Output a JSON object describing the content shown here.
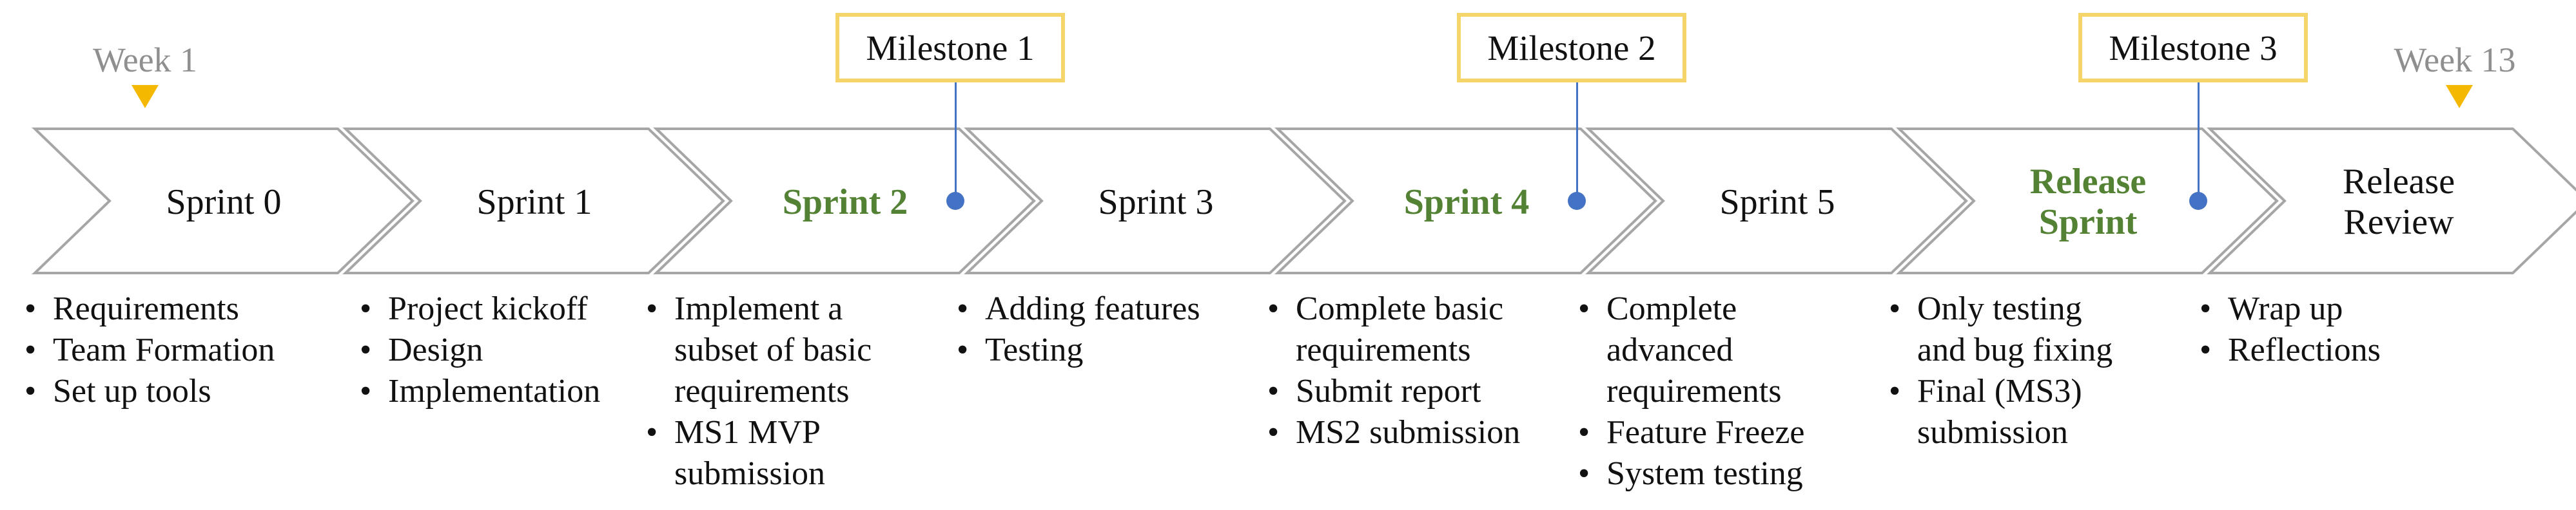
{
  "weeks": {
    "start": "Week 1",
    "end": "Week 13",
    "marker_color": "#f5b800"
  },
  "milestones": [
    {
      "label": "Milestone 1",
      "after_sprint": 2
    },
    {
      "label": "Milestone 2",
      "after_sprint": 4
    },
    {
      "label": "Milestone 3",
      "after_sprint": 6
    }
  ],
  "colors": {
    "chevron_border": "#a6a6a6",
    "milestone_border": "#f5d46a",
    "milestone_sprint_text": "#548235",
    "connector": "#4472c4"
  },
  "sprints": [
    {
      "name": "Sprint 0",
      "milestone_sprint": false,
      "tasks": [
        "Requirements",
        "Team Formation",
        "Set up tools"
      ]
    },
    {
      "name": "Sprint 1",
      "milestone_sprint": false,
      "tasks": [
        "Project kickoff",
        "Design",
        "Implementation"
      ]
    },
    {
      "name": "Sprint 2",
      "milestone_sprint": true,
      "tasks": [
        "Implement a\nsubset of basic\nrequirements",
        "MS1 MVP\nsubmission"
      ]
    },
    {
      "name": "Sprint 3",
      "milestone_sprint": false,
      "tasks": [
        "Adding features",
        "Testing"
      ]
    },
    {
      "name": "Sprint 4",
      "milestone_sprint": true,
      "tasks": [
        "Complete basic\nrequirements",
        "Submit report",
        "MS2 submission"
      ]
    },
    {
      "name": "Sprint 5",
      "milestone_sprint": false,
      "tasks": [
        "Complete\nadvanced\nrequirements",
        "Feature Freeze",
        "System testing"
      ]
    },
    {
      "name": "Release\nSprint",
      "milestone_sprint": true,
      "tasks": [
        "Only testing\nand bug fixing",
        "Final (MS3)\nsubmission"
      ]
    },
    {
      "name": "Release\nReview",
      "milestone_sprint": false,
      "tasks": [
        "Wrap up",
        "Reflections"
      ]
    }
  ]
}
